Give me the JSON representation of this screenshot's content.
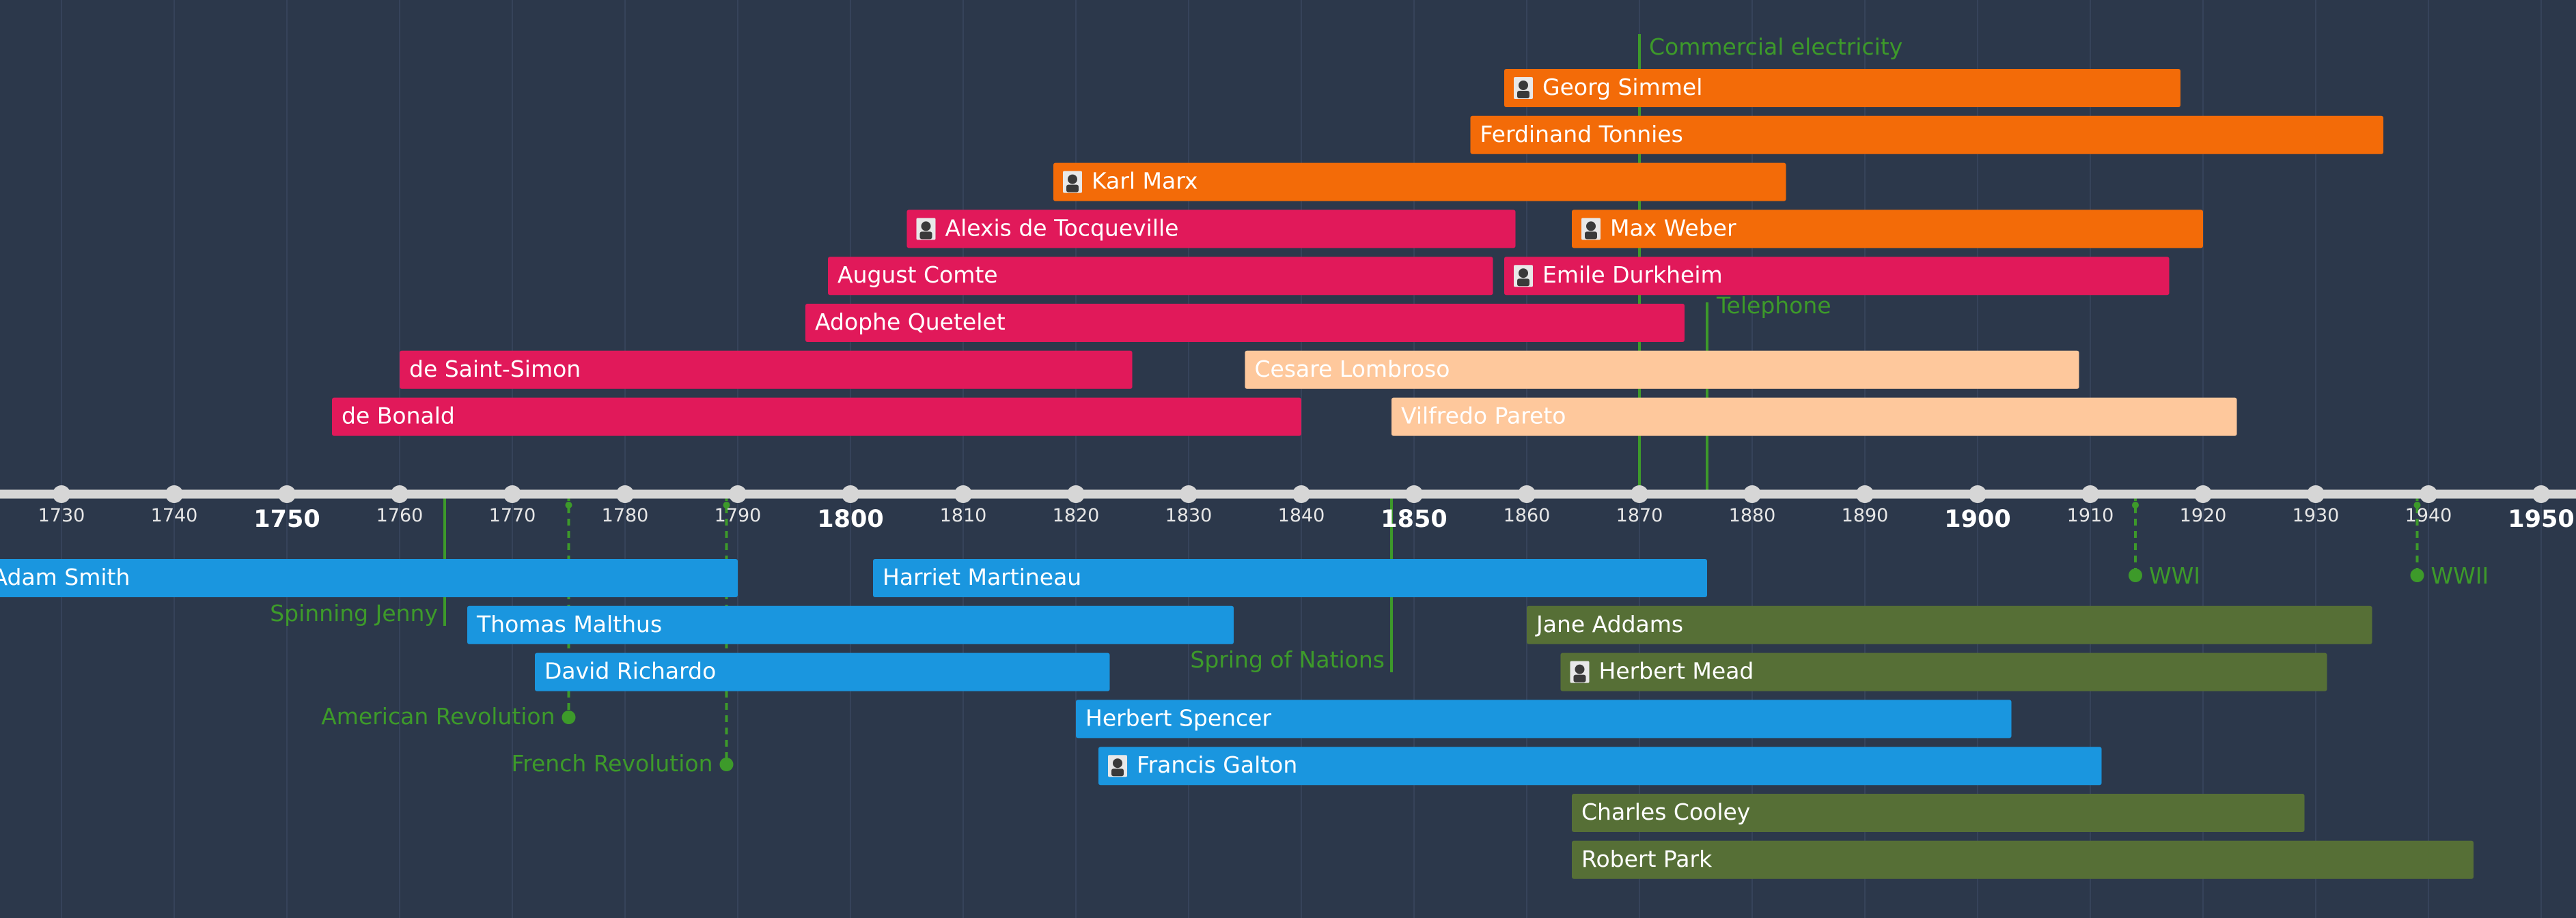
{
  "timeline": {
    "start_year": 1725,
    "end_year": 1955,
    "major_ticks": [
      1750,
      1800,
      1850,
      1900,
      1950
    ],
    "minor_ticks": [
      1730,
      1740,
      1760,
      1770,
      1780,
      1790,
      1810,
      1820,
      1830,
      1840,
      1860,
      1870,
      1880,
      1890,
      1910,
      1920,
      1930,
      1940
    ],
    "dot_years": [
      1730,
      1740,
      1750,
      1760,
      1770,
      1780,
      1790,
      1800,
      1810,
      1820,
      1830,
      1840,
      1850,
      1860,
      1870,
      1880,
      1890,
      1900,
      1910,
      1920,
      1930,
      1940,
      1950
    ]
  },
  "colors": {
    "background": "#2c384b",
    "axis": "#d6d6d6",
    "grid": "#36435a",
    "event": "#3d9a2a",
    "label_text": "#ffffff",
    "groups": {
      "orange": "#f36b08",
      "crimson": "#e1195a",
      "peach": "#fec89c",
      "blue": "#1a96df",
      "olive": "#566f36"
    }
  },
  "people": [
    {
      "name": "Georg Simmel",
      "start": 1858,
      "end": 1918,
      "row": 1,
      "color": "orange",
      "icon": "portrait-icon"
    },
    {
      "name": "Ferdinand Tonnies",
      "start": 1855,
      "end": 1936,
      "row": 2,
      "color": "orange"
    },
    {
      "name": "Karl Marx",
      "start": 1818,
      "end": 1883,
      "row": 3,
      "color": "orange",
      "icon": "portrait-icon"
    },
    {
      "name": "Alexis de Tocqueville",
      "start": 1805,
      "end": 1859,
      "row": 4,
      "color": "crimson",
      "icon": "portrait-icon"
    },
    {
      "name": "Max Weber",
      "start": 1864,
      "end": 1920,
      "row": 4,
      "color": "orange",
      "icon": "portrait-icon"
    },
    {
      "name": "August Comte",
      "start": 1798,
      "end": 1857,
      "row": 5,
      "color": "crimson"
    },
    {
      "name": "Emile Durkheim",
      "start": 1858,
      "end": 1917,
      "row": 5,
      "color": "crimson",
      "icon": "portrait-icon"
    },
    {
      "name": "Adophe Quetelet",
      "start": 1796,
      "end": 1874,
      "row": 6,
      "color": "crimson"
    },
    {
      "name": "de Saint-Simon",
      "start": 1760,
      "end": 1825,
      "row": 7,
      "color": "crimson"
    },
    {
      "name": "Cesare Lombroso",
      "start": 1835,
      "end": 1909,
      "row": 7,
      "color": "peach"
    },
    {
      "name": "de Bonald",
      "start": 1754,
      "end": 1840,
      "row": 8,
      "color": "crimson"
    },
    {
      "name": "Vilfredo Pareto",
      "start": 1848,
      "end": 1923,
      "row": 8,
      "color": "peach"
    },
    {
      "name": "Adam Smith",
      "start": 1723,
      "end": 1790,
      "row": 9,
      "color": "blue"
    },
    {
      "name": "Harriet Martineau",
      "start": 1802,
      "end": 1876,
      "row": 9,
      "color": "blue"
    },
    {
      "name": "Thomas Malthus",
      "start": 1766,
      "end": 1834,
      "row": 10,
      "color": "blue"
    },
    {
      "name": "Jane Addams",
      "start": 1860,
      "end": 1935,
      "row": 10,
      "color": "olive"
    },
    {
      "name": "David Richardo",
      "start": 1772,
      "end": 1823,
      "row": 11,
      "color": "blue"
    },
    {
      "name": "Herbert Mead",
      "start": 1863,
      "end": 1931,
      "row": 11,
      "color": "olive",
      "icon": "portrait-icon"
    },
    {
      "name": "Herbert Spencer",
      "start": 1820,
      "end": 1903,
      "row": 12,
      "color": "blue"
    },
    {
      "name": "Francis Galton",
      "start": 1822,
      "end": 1911,
      "row": 13,
      "color": "blue",
      "icon": "portrait-icon"
    },
    {
      "name": "Charles Cooley",
      "start": 1864,
      "end": 1929,
      "row": 14,
      "color": "olive"
    },
    {
      "name": "Robert Park",
      "start": 1864,
      "end": 1944,
      "row": 15,
      "color": "olive"
    }
  ],
  "events": [
    {
      "label": "Commercial electricity",
      "year": 1870,
      "label_row": 0,
      "side": "above",
      "style": "solid"
    },
    {
      "label": "Telephone",
      "year": 1876,
      "label_row": 6,
      "side": "above",
      "style": "solid"
    },
    {
      "label": "Spinning Jenny",
      "year": 1764,
      "label_row": 9.8,
      "side": "below",
      "style": "solid"
    },
    {
      "label": "Spring of Nations",
      "year": 1848,
      "label_row": 10.8,
      "side": "below",
      "style": "solid"
    },
    {
      "label": "American Revolution",
      "year": 1775,
      "label_row": 12,
      "side": "below",
      "style": "dashed-dot"
    },
    {
      "label": "French Revolution",
      "year": 1789,
      "label_row": 13,
      "side": "below",
      "style": "dashed-dot"
    },
    {
      "label": "WWI",
      "year": 1914,
      "label_row": 9,
      "side": "below",
      "style": "dashed-dot-right"
    },
    {
      "label": "WWII",
      "year": 1939,
      "label_row": 9,
      "side": "below",
      "style": "dashed-dot-right"
    }
  ]
}
